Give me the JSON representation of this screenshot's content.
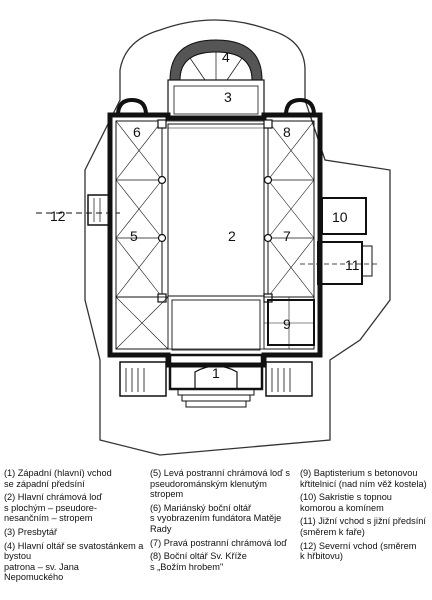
{
  "plan": {
    "labels": {
      "n1": "1",
      "n2": "2",
      "n3": "3",
      "n4": "4",
      "n5": "5",
      "n6": "6",
      "n7": "7",
      "n8": "8",
      "n9": "9",
      "n10": "10",
      "n11": "11",
      "n12": "12"
    }
  },
  "legend": {
    "col1": [
      "(1) Západní (hlavní) vchod\nse západní předsíní",
      "(2) Hlavní chrámová loď\ns plochým – pseudore-\nnesančním – stropem",
      "(3) Presbytář",
      "(4) Hlavní oltář se svatostánkem a bystou\npatrona – sv. Jana\nNepomuckého"
    ],
    "col2": [
      "(5) Levá postranní chrámová loď s pseudorománským klenutým stropem",
      "(6) Mariánský boční oltář\ns vyobrazením fundátora Matěje Rady",
      "(7) Pravá postranní chrámová loď",
      "(8) Boční oltář Sv. Kříže\ns „Božím hrobem\""
    ],
    "col3": [
      "(9) Baptisterium s betonovou křtitelnicí (nad ním věž kostela)",
      "(10) Sakristie s topnou\nkomorou a komínem",
      "(11) Jižní vchod s jižní předsíní (směrem k faře)",
      "(12) Severní vchod (směrem\nk hřbitovu)"
    ]
  }
}
